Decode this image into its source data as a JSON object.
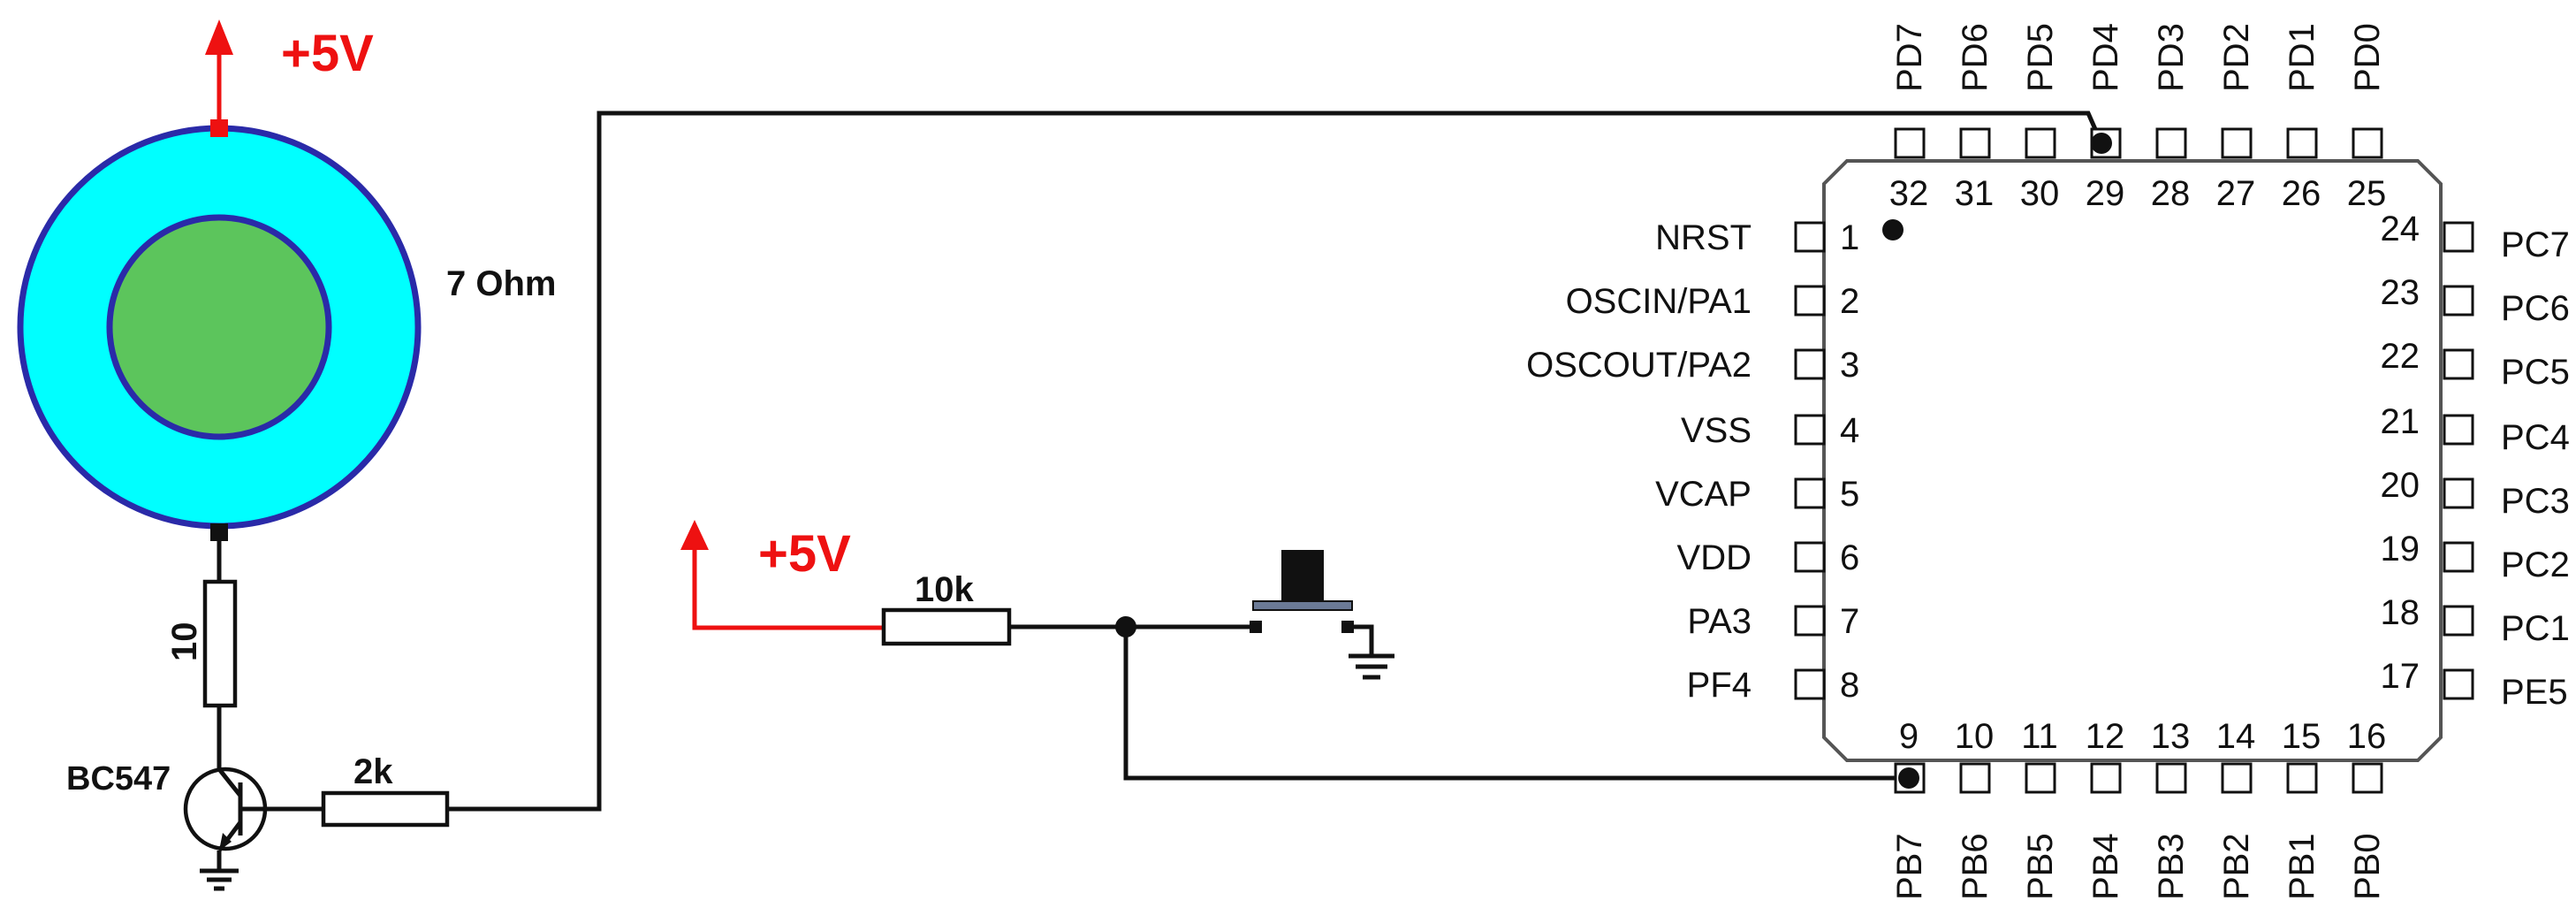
{
  "supply": {
    "top_label": "+5V",
    "mid_label": "+5V"
  },
  "speaker": {
    "label": "7 Ohm",
    "colors": {
      "outer": "#00ffff",
      "inner": "#5cc55c",
      "ring": "#2a2aa8",
      "pin": "#ee1111"
    }
  },
  "resistors": {
    "r_speaker": "10",
    "r_base": "2k",
    "r_pullup": "10k"
  },
  "transistor": {
    "label": "BC547"
  },
  "mcu": {
    "top_pins": [
      {
        "num": "32",
        "name": "PD7"
      },
      {
        "num": "31",
        "name": "PD6"
      },
      {
        "num": "30",
        "name": "PD5"
      },
      {
        "num": "29",
        "name": "PD4"
      },
      {
        "num": "28",
        "name": "PD3"
      },
      {
        "num": "27",
        "name": "PD2"
      },
      {
        "num": "26",
        "name": "PD1"
      },
      {
        "num": "25",
        "name": "PD0"
      }
    ],
    "left_pins": [
      {
        "num": "1",
        "name": "NRST"
      },
      {
        "num": "2",
        "name": "OSCIN/PA1"
      },
      {
        "num": "3",
        "name": "OSCOUT/PA2"
      },
      {
        "num": "4",
        "name": "VSS"
      },
      {
        "num": "5",
        "name": "VCAP"
      },
      {
        "num": "6",
        "name": "VDD"
      },
      {
        "num": "7",
        "name": "PA3"
      },
      {
        "num": "8",
        "name": "PF4"
      }
    ],
    "right_pins": [
      {
        "num": "24",
        "name": "PC7"
      },
      {
        "num": "23",
        "name": "PC6"
      },
      {
        "num": "22",
        "name": "PC5"
      },
      {
        "num": "21",
        "name": "PC4"
      },
      {
        "num": "20",
        "name": "PC3"
      },
      {
        "num": "19",
        "name": "PC2"
      },
      {
        "num": "18",
        "name": "PC1"
      },
      {
        "num": "17",
        "name": "PE5"
      }
    ],
    "bottom_pins": [
      {
        "num": "9",
        "name": "PB7"
      },
      {
        "num": "10",
        "name": "PB6"
      },
      {
        "num": "11",
        "name": "PB5"
      },
      {
        "num": "12",
        "name": "PB4"
      },
      {
        "num": "13",
        "name": "PB3"
      },
      {
        "num": "14",
        "name": "PB2"
      },
      {
        "num": "15",
        "name": "PB1"
      },
      {
        "num": "16",
        "name": "PB0"
      }
    ]
  }
}
